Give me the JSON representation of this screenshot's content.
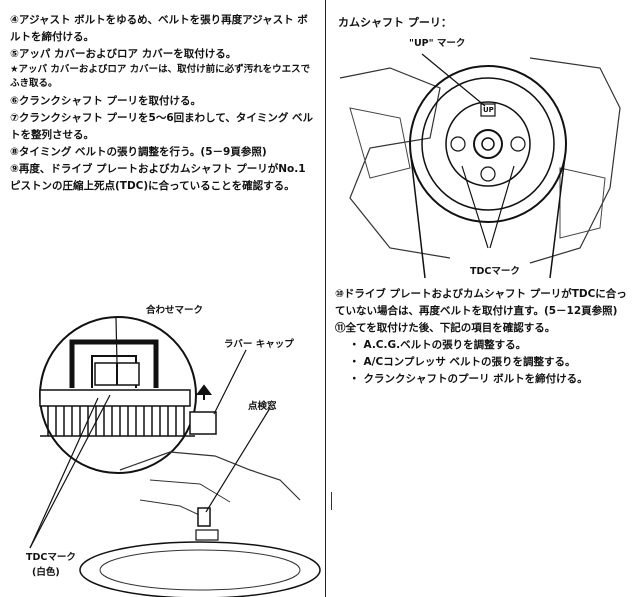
{
  "left_steps": [
    "④アジャスト ボルトをゆるめ、ベルトを張り再度アジャスト ボルトを締付ける。",
    "⑤アッパ カバーおよびロア カバーを取付ける。"
  ],
  "left_note": "★アッパ カバーおよびロア カバーは、取付け前に必ず汚れをウエスでふき取る。",
  "left_steps_2": [
    "⑥クランクシャフト プーリを取付ける。",
    "⑦クランクシャフト プーリを5～6回まわして、タイミング ベルトを整列させる。",
    "⑧タイミング ベルトの張り調整を行う。(5－9頁参照)",
    "⑨再度、ドライブ プレートおよびカムシャフト プーリがNo.1ピストンの圧縮上死点(TDC)に合っていることを確認する。"
  ],
  "figure_left": {
    "align_mark": "合わせマーク",
    "rubber_cap": "ラバー キャップ",
    "inspection_window": "点検窓",
    "tdc_mark": "TDCマーク",
    "tdc_white": "(白色)"
  },
  "right_heading": "カムシャフト プーリ：",
  "figure_right": {
    "up_mark": "\"UP\" マーク",
    "up_text": "UP",
    "tdc_mark": "TDCマーク"
  },
  "right_steps": [
    "⑩ドライブ プレートおよびカムシャフト プーリがTDCに合っていない場合は、再度ベルトを取付け直す。(5－12頁参照)",
    "⑪全てを取付けた後、下記の項目を確認する。"
  ],
  "right_bullets": [
    "A.C.G.ベルトの張りを調整する。",
    "A/Cコンプレッサ ベルトの張りを調整する。",
    "クランクシャフトのプーリ ボルトを締付ける。"
  ],
  "bullet_symbol": "・"
}
